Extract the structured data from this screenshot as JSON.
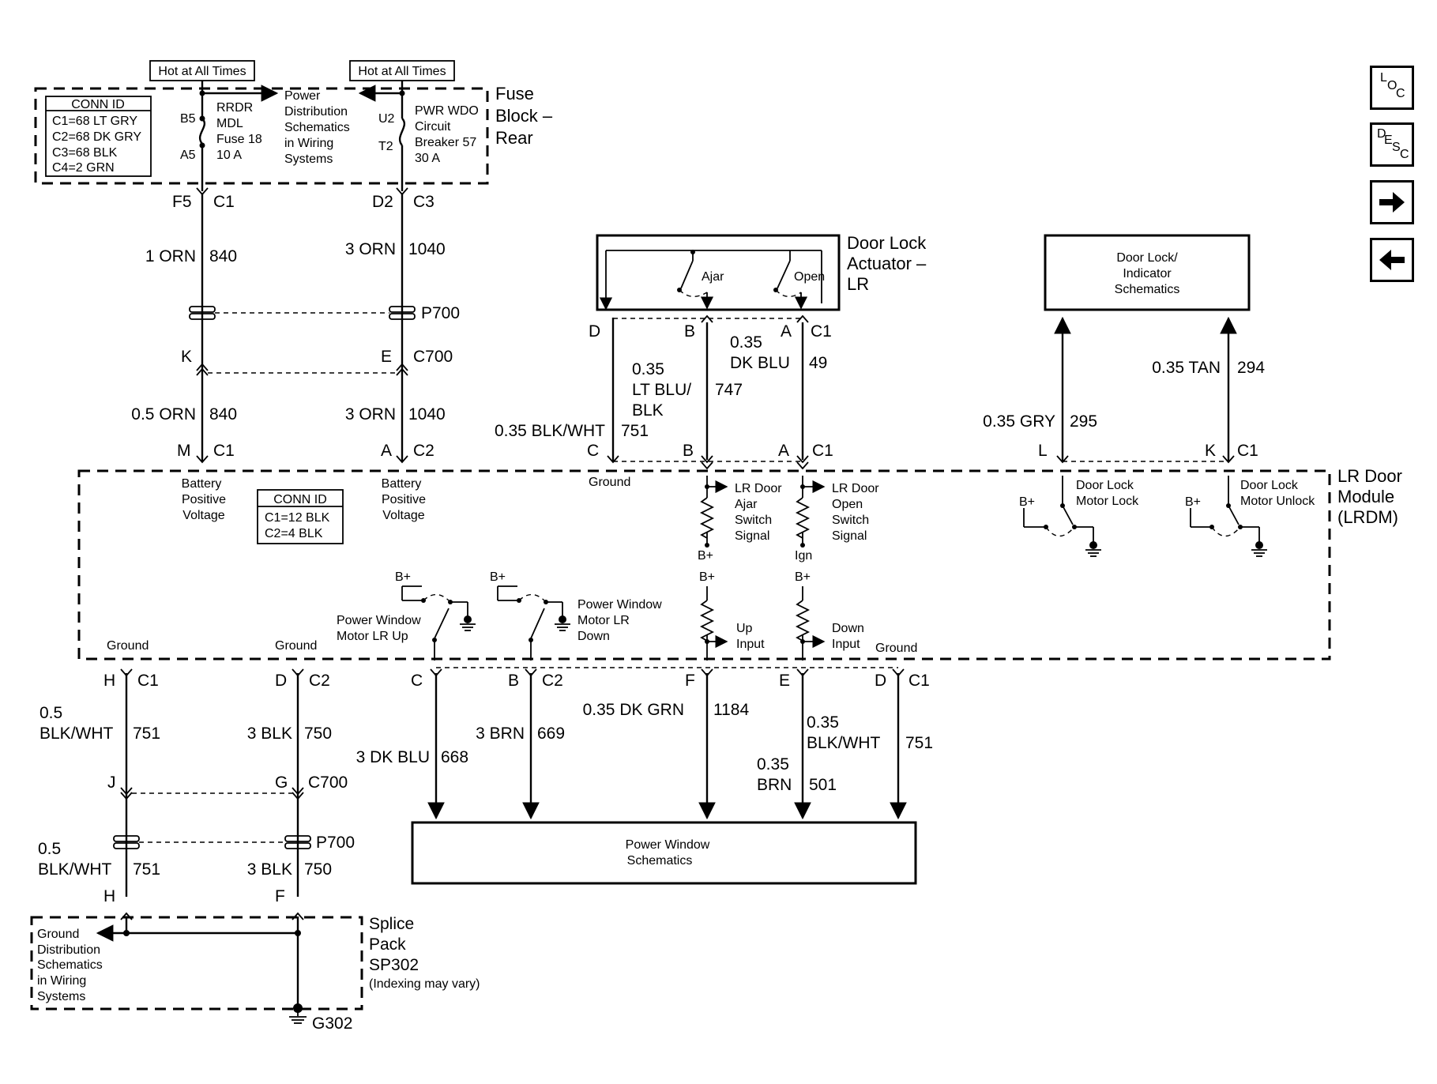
{
  "nav": {
    "loc": [
      "L",
      "O",
      "C"
    ],
    "desc": [
      "D",
      "E",
      "S",
      "C"
    ]
  },
  "fuse_block": {
    "title": [
      "Fuse",
      "Block –",
      "Rear"
    ],
    "hot1": "Hot at All Times",
    "hot2": "Hot at All Times",
    "conn_id": {
      "title": "CONN ID",
      "rows": [
        "C1=68 LT GRY",
        "C2=68 DK GRY",
        "C3=68 BLK",
        "C4=2 GRN"
      ]
    },
    "fuse1": {
      "pin_top": "B5",
      "pin_bot": "A5",
      "lines": [
        "RRDR",
        "MDL",
        "Fuse 18",
        "10 A"
      ]
    },
    "breaker": {
      "pin_top": "U2",
      "pin_bot": "T2",
      "lines": [
        "PWR WDO",
        "Circuit",
        "Breaker 57",
        "30 A"
      ]
    },
    "power_dist": [
      "Power",
      "Distribution",
      "Schematics",
      "in Wiring",
      "Systems"
    ]
  },
  "wires_top": {
    "left": {
      "pin": "F5",
      "conn": "C1",
      "label1": "1 ORN",
      "circuit1": "840",
      "pin_k": "K",
      "label2": "0.5 ORN",
      "circuit2": "840"
    },
    "right": {
      "pin": "D2",
      "conn": "C3",
      "label1": "3 ORN",
      "circuit1": "1040",
      "pin_e": "E",
      "label2": "3 ORN",
      "circuit2": "1040"
    },
    "p700": "P700",
    "c700": "C700"
  },
  "actuator": {
    "title": [
      "Door Lock",
      "Actuator –",
      "LR"
    ],
    "ajar": "Ajar",
    "open": "Open",
    "pins": [
      "D",
      "B",
      "A",
      "C1"
    ],
    "w_d": {
      "gauge": "0.35 BLK/WHT",
      "circuit": "751"
    },
    "w_b": {
      "gauge": [
        "0.35",
        "LT BLU/",
        "BLK"
      ],
      "circuit": "747"
    },
    "w_a": {
      "gauge": [
        "0.35",
        "DK BLU"
      ],
      "circuit": "49"
    }
  },
  "indicator": {
    "title": [
      "Door Lock/",
      "Indicator",
      "Schematics"
    ],
    "w_l": {
      "gauge": "0.35 GRY",
      "circuit": "295"
    },
    "w_k": {
      "gauge": "0.35 TAN",
      "circuit": "294"
    }
  },
  "module": {
    "title": [
      "LR Door",
      "Module",
      "(LRDM)"
    ],
    "top_pins": {
      "m": "M",
      "c1a": "C1",
      "a": "A",
      "c2": "C2",
      "c": "C",
      "b": "B",
      "a2": "A",
      "c1b": "C1",
      "l": "L",
      "k": "K",
      "c1c": "C1"
    },
    "bpv1": [
      "Battery",
      "Positive",
      "Voltage"
    ],
    "bpv2": [
      "Battery",
      "Positive",
      "Voltage"
    ],
    "conn_id": {
      "title": "CONN ID",
      "rows": [
        "C1=12 BLK",
        "C2=4 BLK"
      ]
    },
    "ground_top": "Ground",
    "ajar_sig": [
      "LR Door",
      "Ajar",
      "Switch",
      "Signal"
    ],
    "open_sig": [
      "LR Door",
      "Open",
      "Switch",
      "Signal"
    ],
    "bplus": "B+",
    "ign": "Ign",
    "lock": [
      "Door Lock",
      "Motor Lock"
    ],
    "unlock": [
      "Door Lock",
      "Motor Unlock"
    ],
    "pw_up": [
      "Power Window",
      "Motor LR Up"
    ],
    "pw_down": [
      "Power Window",
      "Motor LR",
      "Down"
    ],
    "up_input": [
      "Up",
      "Input"
    ],
    "down_input": [
      "Down",
      "Input"
    ],
    "grounds": [
      "Ground",
      "Ground",
      "Ground"
    ]
  },
  "bottom": {
    "pins": {
      "h": "H",
      "c1": "C1",
      "d": "D",
      "c2": "C2",
      "c": "C",
      "b": "B",
      "c2b": "C2",
      "f": "F",
      "e": "E",
      "d2": "D",
      "c1b": "C1"
    },
    "w_h": {
      "gauge": [
        "0.5",
        "BLK/WHT"
      ],
      "circuit": "751"
    },
    "w_d": {
      "gauge": "3 BLK",
      "circuit": "750"
    },
    "w_c": {
      "gauge": "3 DK BLU",
      "circuit": "668"
    },
    "w_b": {
      "gauge": "3 BRN",
      "circuit": "669"
    },
    "w_f": {
      "gauge": "0.35 DK GRN",
      "circuit": "1184"
    },
    "w_e": {
      "gauge": [
        "0.35",
        "BRN"
      ],
      "circuit": "501"
    },
    "w_d2": {
      "gauge": [
        "0.35",
        "BLK/WHT"
      ],
      "circuit": "751"
    },
    "j": "J",
    "g": "G",
    "c700": "C700",
    "p700": "P700",
    "w_h2": {
      "gauge": [
        "0.5",
        "BLK/WHT"
      ],
      "circuit": "751"
    },
    "w_f2": {
      "gauge": "3 BLK",
      "circuit": "750"
    },
    "h2": "H",
    "f2": "F",
    "pw_schem": [
      "Power Window",
      "Schematics"
    ],
    "splice": [
      "Splice",
      "Pack",
      "SP302",
      "(Indexing may vary)"
    ],
    "ground_dist": [
      "Ground",
      "Distribution",
      "Schematics",
      "in Wiring",
      "Systems"
    ],
    "g302": "G302"
  }
}
